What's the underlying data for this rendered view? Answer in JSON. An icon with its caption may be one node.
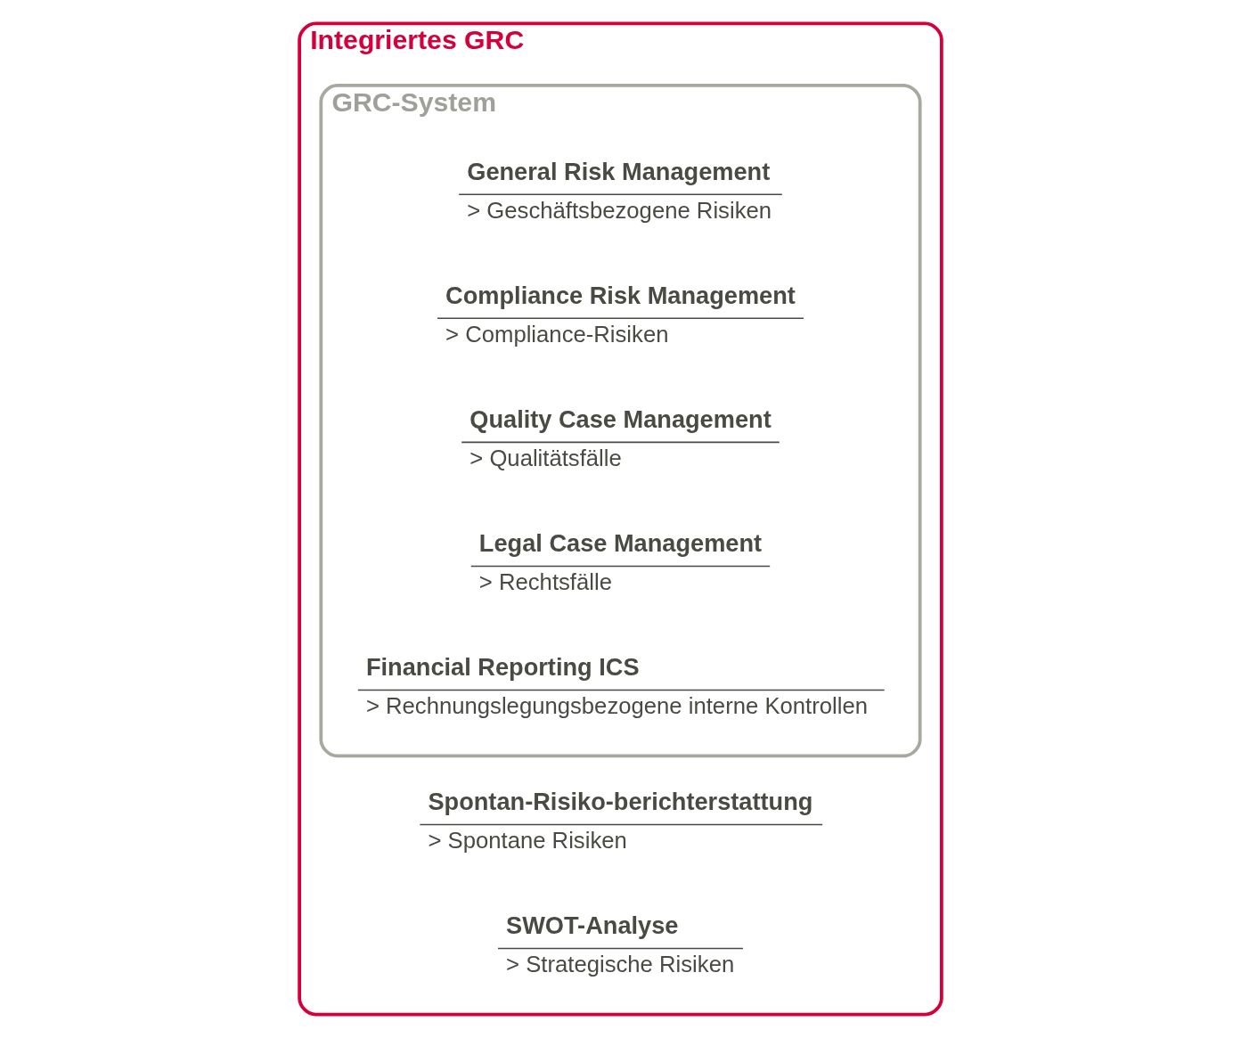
{
  "diagram": {
    "nodes": [
      {
        "text": [
          "Integriertes GRC"
        ]
      },
      {
        "text": [
          "GRC-System"
        ],
        "in": 0
      },
      {
        "text": [
          "General Risk Management",
          "> Geschäftsbezogene Risiken"
        ],
        "in": 1
      },
      {
        "text": [
          "Compliance Risk Management",
          "> Compliance-Risiken"
        ],
        "in": 1
      },
      {
        "text": [
          "Quality Case Management",
          "> Qualitätsfälle"
        ],
        "in": 1
      },
      {
        "text": [
          "Legal Case Management",
          "> Rechtsfälle"
        ],
        "in": 1
      },
      {
        "text": [
          "Financial Reporting ICS",
          "> Rechnungslegungsbezogene interne Kontrollen"
        ],
        "in": 1
      },
      {
        "text": [
          "Spontan-Risiko-berichterstattung",
          "> Spontane Risiken"
        ],
        "in": 0
      },
      {
        "text": [
          "SWOT-Analyse",
          "> Strategische Risiken"
        ],
        "in": 0
      }
    ],
    "edges": []
  }
}
